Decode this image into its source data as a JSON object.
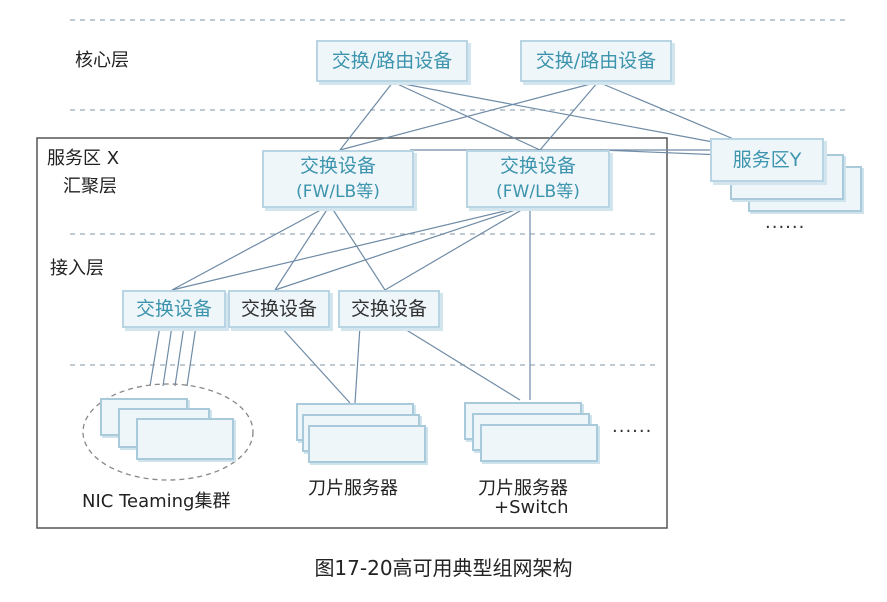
{
  "layers": {
    "core": "核心层",
    "zone_x": "服务区 X",
    "aggregation": "汇聚层",
    "access": "接入层"
  },
  "core_devices": [
    {
      "label": "交换/路由设备"
    },
    {
      "label": "交换/路由设备"
    }
  ],
  "agg_devices": [
    {
      "line1": "交换设备",
      "line2": "(FW/LB等)"
    },
    {
      "line1": "交换设备",
      "line2": "(FW/LB等)"
    }
  ],
  "access_devices": [
    {
      "label": "交换设备"
    },
    {
      "label": "交换设备"
    },
    {
      "label": "交换设备"
    }
  ],
  "zone_y": {
    "label": "服务区Y",
    "ellipsis": "......"
  },
  "server_groups": [
    {
      "label": "NIC Teaming集群"
    },
    {
      "label": "刀片服务器"
    },
    {
      "label": "刀片服务器",
      "label2": "+Switch"
    }
  ],
  "servers_ellipsis": "......",
  "caption": "图17-20高可用典型组网架构",
  "colors": {
    "box_fill": "#eef6fa",
    "box_border": "#b9d4e2",
    "box_text": "#3d94ad",
    "line": "#6f8ba6",
    "dash": "#9aaab8"
  }
}
